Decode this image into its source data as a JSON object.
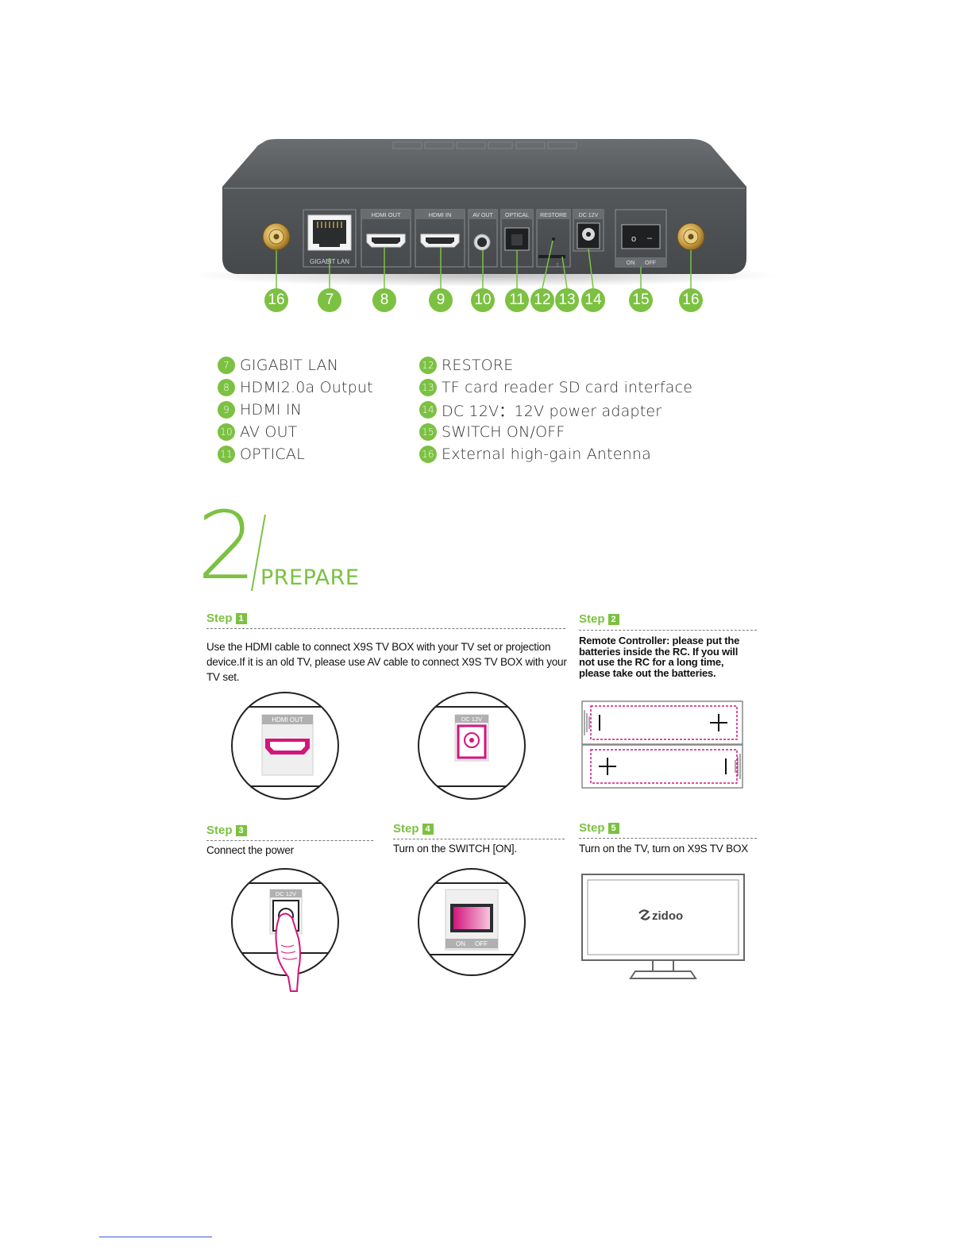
{
  "device": {
    "port_labels": {
      "lan": "GIGABIT LAN",
      "hdmi_out": "HDMI OUT",
      "hdmi_in": "HDMI IN",
      "av_out": "AV OUT",
      "optical": "OPTICAL",
      "restore": "RESTORE",
      "dc": "DC 12V",
      "on": "ON",
      "off": "OFF"
    },
    "callouts": [
      "16",
      "7",
      "8",
      "9",
      "10",
      "11",
      "12",
      "13",
      "14",
      "15",
      "16"
    ]
  },
  "legend": {
    "left": [
      {
        "num": "7",
        "label": "GIGABIT LAN"
      },
      {
        "num": "8",
        "label": "HDMI2.0a Output"
      },
      {
        "num": "9",
        "label": "HDMI IN"
      },
      {
        "num": "10",
        "label": "AV OUT"
      },
      {
        "num": "11",
        "label": "OPTICAL"
      }
    ],
    "right": [
      {
        "num": "12",
        "label": "RESTORE"
      },
      {
        "num": "13",
        "label": "TF card reader SD card interface"
      },
      {
        "num": "14",
        "label": "DC 12V：12V power adapter"
      },
      {
        "num": "15",
        "label": "SWITCH ON/OFF"
      },
      {
        "num": "16",
        "label": "External high-gain Antenna"
      }
    ]
  },
  "section": {
    "number": "2",
    "title": "PREPARE"
  },
  "steps": {
    "word": "Step",
    "s1": {
      "num": "1",
      "text": "Use the HDMI cable to connect X9S TV BOX with your TV set or projection device.If it is an old TV, please use AV cable to connect X9S TV BOX with your TV set.",
      "hdmi_label": "HDMI OUT",
      "dc_label": "DC 12V"
    },
    "s2": {
      "num": "2",
      "text": "Remote Controller: please put the batteries inside the RC. If you will not use the RC for a long time, please take out the batteries."
    },
    "s3": {
      "num": "3",
      "text": "Connect the power",
      "dc_label": "DC 12V"
    },
    "s4": {
      "num": "4",
      "text": "Turn on the SWITCH [ON].",
      "on": "ON",
      "off": "OFF"
    },
    "s5": {
      "num": "5",
      "text": "Turn on the TV, turn on X9S TV BOX",
      "brand": "zidoo"
    }
  },
  "colors": {
    "accent": "#7cc142",
    "magenta": "#d4157c",
    "device": "#5a5d60"
  }
}
